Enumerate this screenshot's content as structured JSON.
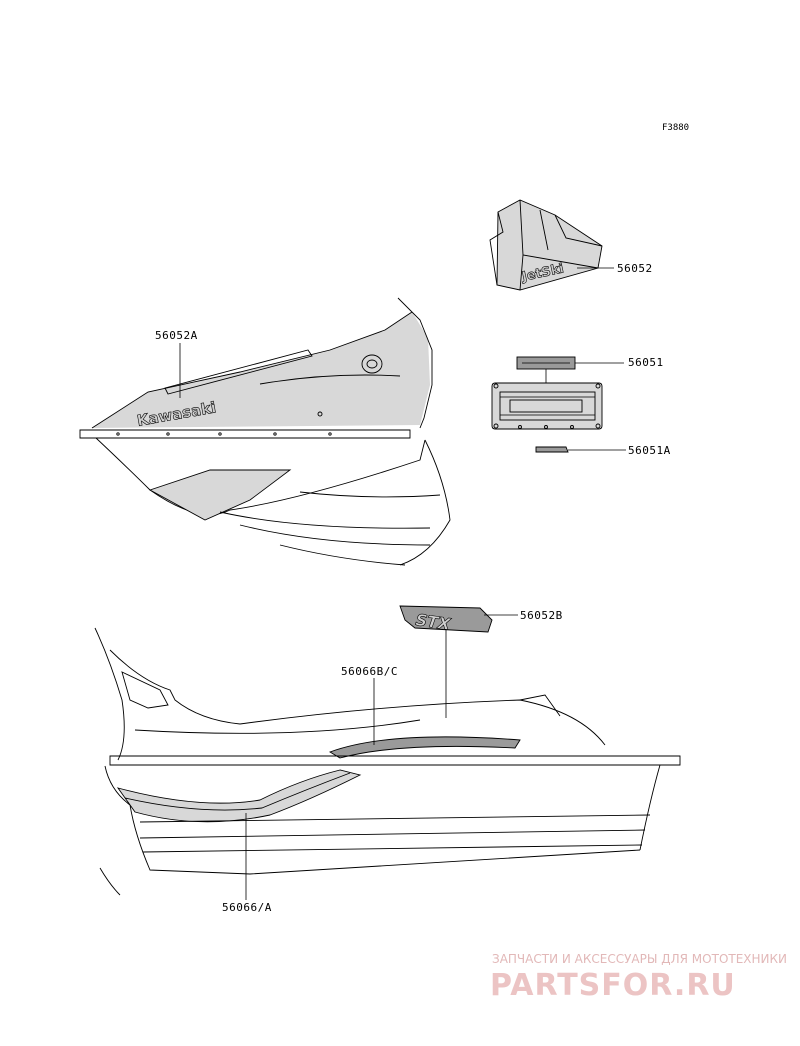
{
  "figure_code": "F3880",
  "parts": {
    "p56052": "56052",
    "p56052A": "56052A",
    "p56051": "56051",
    "p56051A": "56051A",
    "p56052B": "56052B",
    "p56066BC": "56066B/C",
    "p56066A": "56066/A"
  },
  "decals": {
    "kawasaki": "Kawasaki",
    "jetski": "JetSki",
    "stx": "STX"
  },
  "watermark": {
    "subtitle": "ЗАПЧАСТИ И АКСЕССУАРЫ ДЛЯ МОТОТЕХНИКИ",
    "brand": "PARTSFOR.RU"
  },
  "colors": {
    "line": "#000000",
    "shade": "#d8d8d8",
    "watermark": "#ecc4c4"
  }
}
